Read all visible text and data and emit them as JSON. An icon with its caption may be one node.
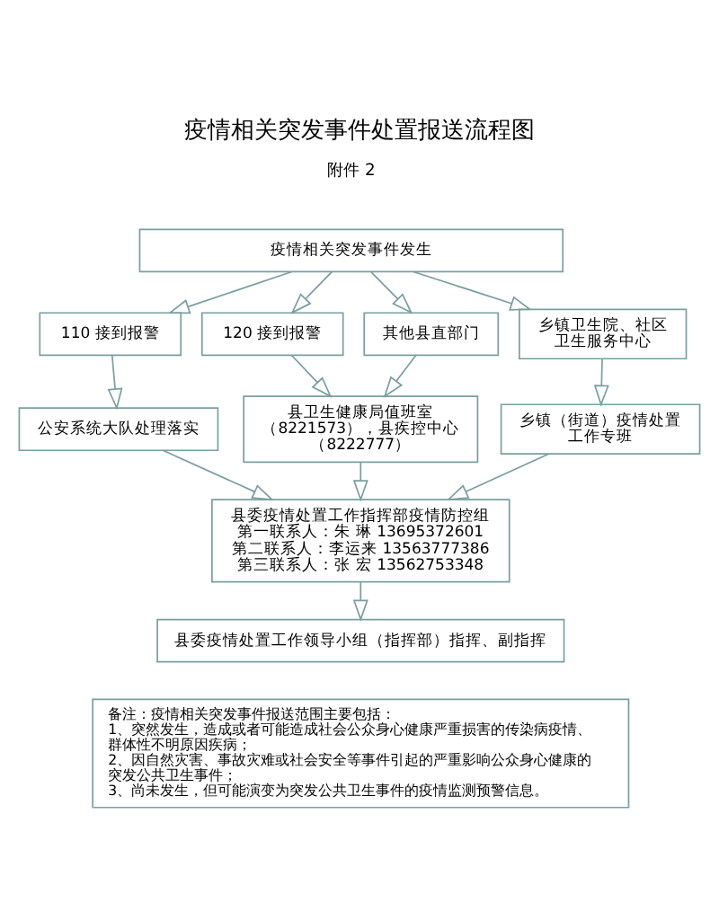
{
  "diagram": {
    "title": "疫情相关突发事件处置报送流程图",
    "nodes": [
      {
        "text": [
          "疫情相关突发事件发生"
        ]
      },
      {
        "text": [
          "110 接到报警"
        ]
      },
      {
        "text": [
          "120 接到报警"
        ]
      },
      {
        "text": [
          "其他县直部门"
        ]
      },
      {
        "text": [
          "乡镇卫生院、社区卫生服务中心"
        ]
      },
      {
        "text": [
          "公安系统大队处理落实"
        ]
      },
      {
        "text": [
          "县卫生健康局值班室（8221573），县疾控中心（8222777）"
        ]
      },
      {
        "text": [
          "乡镇（街道）疫情处置工作专班"
        ]
      },
      {
        "text": [
          "县委疫情处置工作指挥部疫情防控组",
          "第一联系人：朱 琳 13695372601",
          "第二联系人：李运来 13563777386",
          "第三联系人：张 宏 13562753348"
        ]
      },
      {
        "text": [
          "县委疫情处置工作领导小组（指挥部）指挥、副指挥"
        ]
      },
      {
        "text": [
          "备注：疫情相关突发事件报送范围主要包括：",
          "1、突然发生，造成或者可能造成社会公众身心健康严重损害的传染病疫情、群体性不明原因疾病；",
          "2、因自然灾害、事故灾难或社会安全等事件引起的严重影响公众身心健康的突发公共卫生事件；",
          "3、尚未发生，但可能演变为突发公共卫生事件的疫情监测预警信息。"
        ]
      }
    ],
    "edges": [
      {
        "from": 0,
        "to": 1,
        "arrow": "to"
      },
      {
        "from": 0,
        "to": 2,
        "arrow": "to"
      },
      {
        "from": 0,
        "to": 3,
        "arrow": "to"
      },
      {
        "from": 0,
        "to": 4,
        "arrow": "to"
      },
      {
        "from": 1,
        "to": 5,
        "arrow": "to"
      },
      {
        "from": 2,
        "to": 6,
        "arrow": "to"
      },
      {
        "from": 3,
        "to": 6,
        "arrow": "to"
      },
      {
        "from": 4,
        "to": 7,
        "arrow": "to"
      },
      {
        "from": 5,
        "to": 8,
        "arrow": "to"
      },
      {
        "from": 6,
        "to": 8,
        "arrow": "to"
      },
      {
        "from": 7,
        "to": 8,
        "arrow": "to"
      },
      {
        "from": 8,
        "to": 9,
        "arrow": "to"
      }
    ],
    "labels": [
      "附件 2"
    ]
  }
}
